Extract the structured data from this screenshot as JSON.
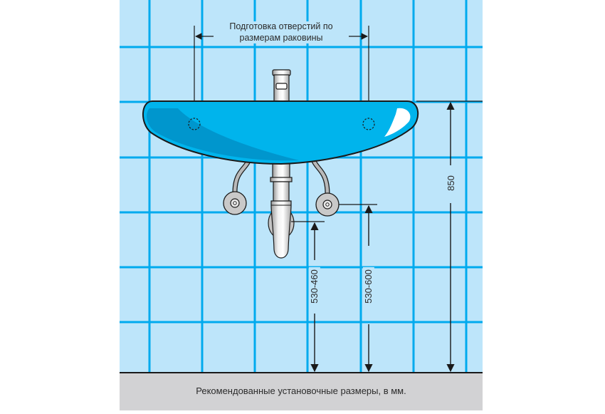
{
  "diagram": {
    "title_note": {
      "line1": "Подготовка отверстий по",
      "line2": "размерам раковины"
    },
    "dimensions": {
      "sink_height": "850",
      "drain_height": "530-460",
      "supply_height": "530-600"
    },
    "caption": "Рекомендованные установочные размеры, в мм.",
    "colors": {
      "wall_tile": "#bde5fa",
      "grout": "#00aaee",
      "sink": "#00b4ec",
      "sink_shadow": "#0090c8",
      "floor": "#d2d2d4",
      "line": "#1a1a1a"
    },
    "components": [
      "wall-tiles",
      "sink-basin",
      "mixer-tap",
      "mounting-holes",
      "supply-valves",
      "bottle-trap",
      "floor"
    ]
  }
}
